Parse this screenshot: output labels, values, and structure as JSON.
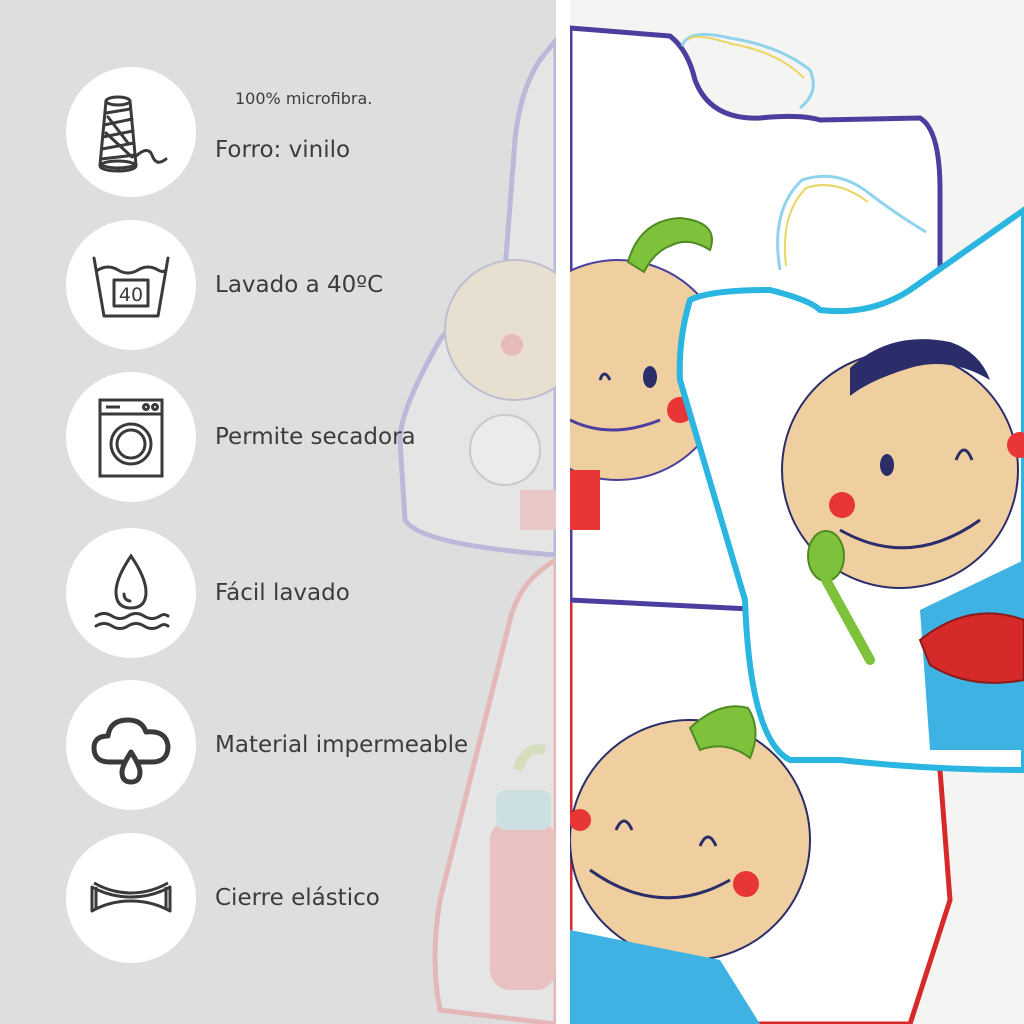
{
  "features": [
    {
      "icon": "thread-spool-icon",
      "line1": "100% microfibra.",
      "line2": "Forro: vinilo"
    },
    {
      "icon": "wash-40-icon",
      "wash_temp": "40",
      "label": "Lavado a 40ºC"
    },
    {
      "icon": "washing-machine-icon",
      "label": "Permite secadora"
    },
    {
      "icon": "water-drop-icon",
      "label": "Fácil lavado"
    },
    {
      "icon": "cloud-rain-icon",
      "label": "Material impermeable"
    },
    {
      "icon": "elastic-band-icon",
      "label": "Cierre elástico"
    }
  ],
  "colors": {
    "left_panel": "#dedede",
    "icon_stroke": "#3a3a3a",
    "bib_purple": "#4a3f9e",
    "bib_blue": "#2ab6e0",
    "bib_red": "#d62a2a",
    "skin": "#efcf9f",
    "hair_green": "#7dc23a"
  }
}
